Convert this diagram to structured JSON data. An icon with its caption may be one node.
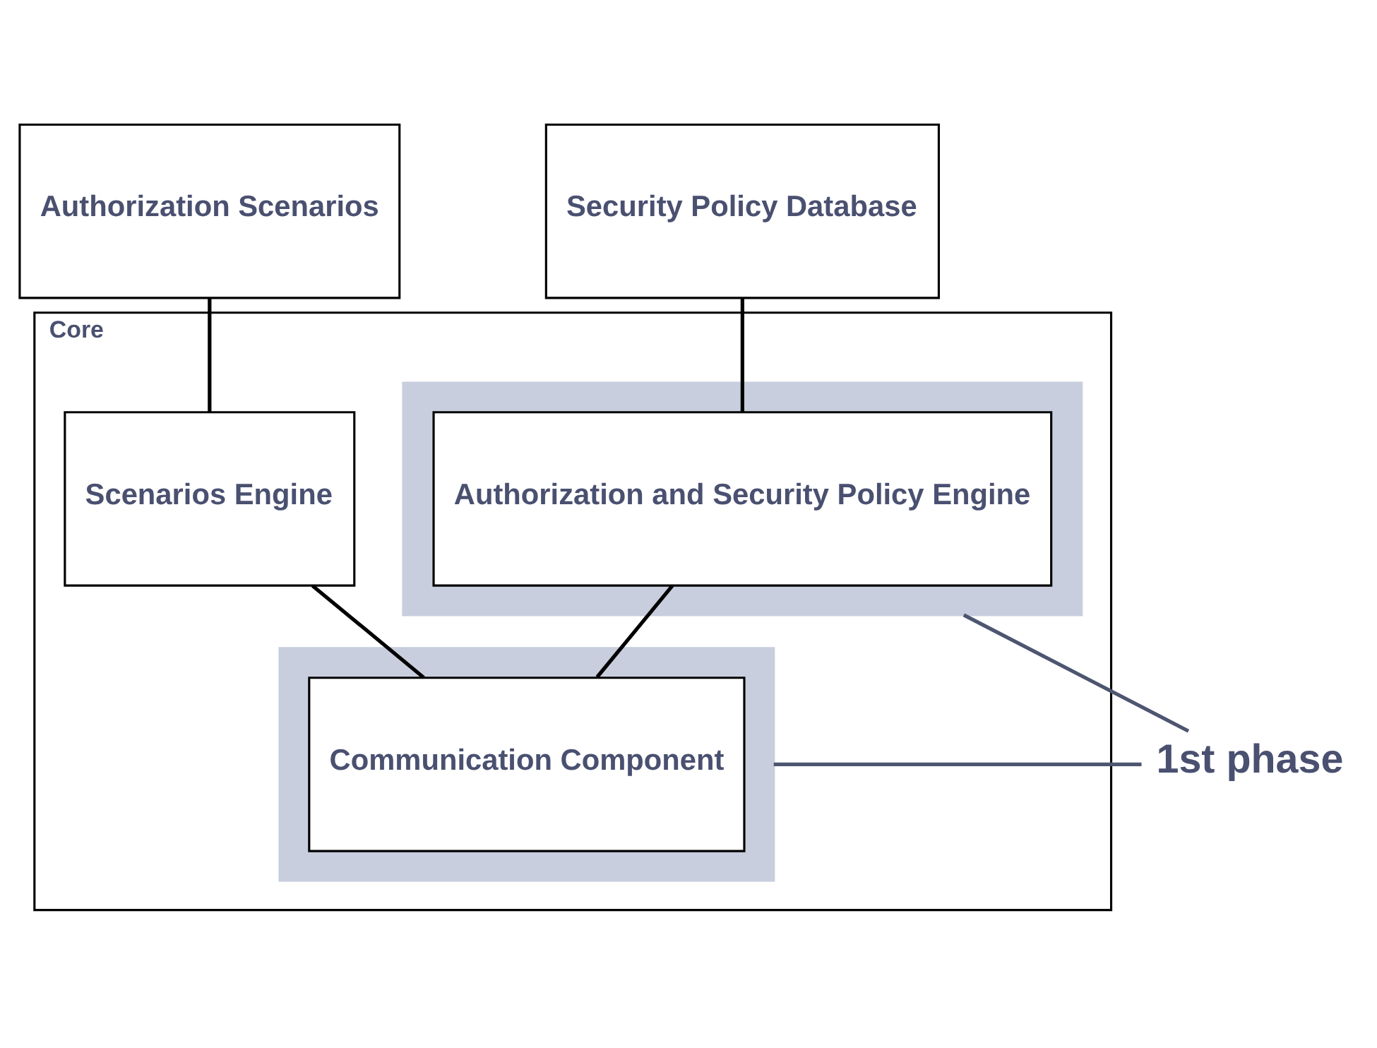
{
  "diagram": {
    "nodes": [
      {
        "text": [
          "Authorization Scenarios"
        ]
      },
      {
        "text": [
          "Security Policy Database"
        ]
      },
      {
        "text": [
          "Core"
        ]
      },
      {
        "text": [
          "Scenarios Engine"
        ],
        "in": 2
      },
      {
        "text": [],
        "shape": "box",
        "in": 2
      },
      {
        "text": [
          "Authorization and Security Policy Engine"
        ],
        "in": 4
      },
      {
        "text": [],
        "shape": "box",
        "in": 2
      },
      {
        "text": [
          "Communication Component"
        ],
        "in": 6
      },
      {
        "text": [
          "1st phase"
        ]
      }
    ],
    "edges": [
      {
        "from": 0,
        "to": 3,
        "arrow": "none"
      },
      {
        "from": 1,
        "to": 5,
        "arrow": "none"
      },
      {
        "from": 3,
        "to": 7,
        "arrow": "none"
      },
      {
        "from": 5,
        "to": 7,
        "arrow": "none"
      },
      {
        "from": 8,
        "to": 4,
        "arrow": "none",
        "color": "#4d5670"
      },
      {
        "from": 8,
        "to": 6,
        "arrow": "none",
        "color": "#4d5670"
      }
    ]
  }
}
